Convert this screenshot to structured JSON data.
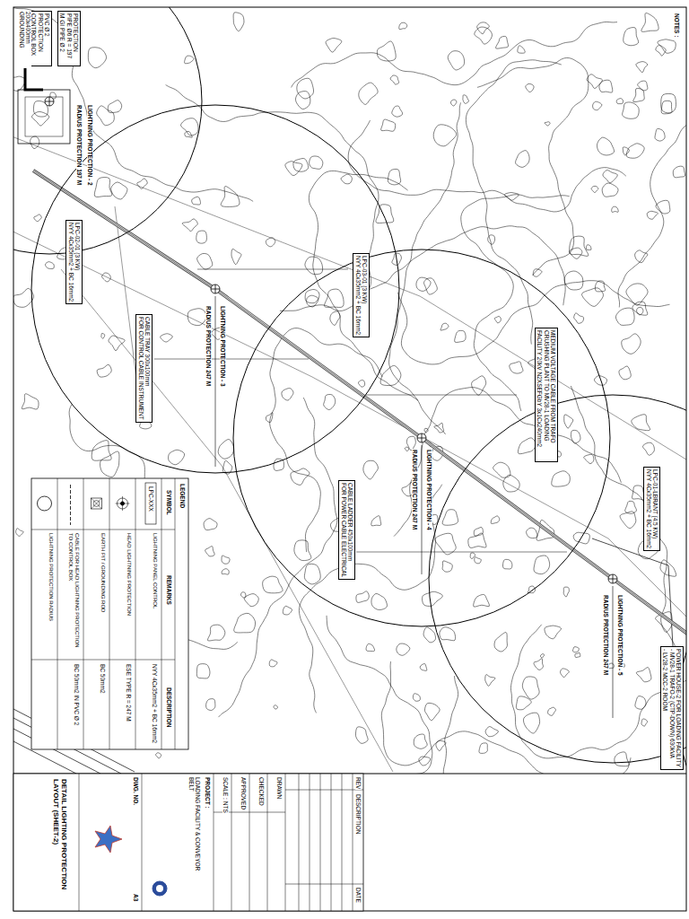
{
  "diagram": {
    "title": "DETAIL LIGHTING PROTECTION LAYOUT (SHEET-2)",
    "nodes": [
      {
        "text": [
          "PROTECTION PIPE Ø6 R = 197 M GI PIPE Ø 2"
        ]
      },
      {
        "text": [
          "PVC Ø 2 PROTECTION CONTROL BOX"
        ]
      },
      {
        "text": [
          "LPC-02-01 (3 KW)",
          "NYY 4Cx35mm2 + BC 16mm2"
        ]
      },
      {
        "text": [
          "LPC-03-01 (3 KW)",
          "NYY 4Cx35mm2 + BC 16mm2"
        ]
      },
      {
        "text": [
          "CABLE TRAY 300x100mm",
          "FOR CONTROL CABLE INSTRUMENT"
        ]
      },
      {
        "text": [
          "MEDIUM VOLTAGE CABLE FROM TRAFO CRUSHING PLANT TO MV28-1 LOADING FACILITY 20kV N2XSEFGbY 3x1Cx240mm2"
        ]
      },
      {
        "text": [
          "CABLE LADDER 450x100mm",
          "FOR POWER CABLE ELECTRICAL"
        ]
      },
      {
        "text": [
          "LPC-01-LBRANT (4.5 KW)",
          "NYY 4Cx35mm2 + BC 16mm2"
        ]
      },
      {
        "text": [
          "POWER HOUSE-2 FOR LOADING FACILITY",
          "- MV28-1 TRAFO-2 (CTP-DOWN) 630kVA",
          "- LV28-2 MCC-2 ROOM"
        ]
      }
    ],
    "labels": [
      "LIGHTNING PROTECTION - 2",
      "RADIUS PROTECTION 197 M",
      "LIGHTNING PROTECTION - 3",
      "RADIUS PROTECTION 247 M",
      "LIGHTNING PROTECTION - 4",
      "RADIUS PROTECTION 247 M",
      "LIGHTNING PROTECTION - 5",
      "RADIUS PROTECTION 247 M",
      "200x400mm GROUNDING",
      "NOTES :",
      "LEGEND",
      "SYMBOL",
      "REMARKS",
      "DESCRIPTION",
      "LPC-XXX",
      "NYY 4Cx35mm2 + BC 16mm2",
      "ESE TYPE R = 247 M",
      "BC 50mm2",
      "BC 50mm2 IN PVC Ø 2",
      "REV",
      "DESCRIPTION",
      "DATE",
      "DRAWN",
      "CHECKED",
      "APPROVED",
      "SCALE : NTS",
      "PROJECT :",
      "LOADING FACILITY & CONVEYOR BELT",
      "DWG. NO.",
      "A3"
    ],
    "legend": [
      {
        "text": "LIGHTNING PANEL CONTROL"
      },
      {
        "text": "HEAD LIGHTNING PROTECTION"
      },
      {
        "text": "EARTH PIT / GROUNDING ROD"
      },
      {
        "text": "CABLE FOR HEAD LIGHTNING PROTECTION TO CONTROL BOX"
      },
      {
        "text": "LIGHTNING PROTECTION RADIUS"
      }
    ]
  }
}
